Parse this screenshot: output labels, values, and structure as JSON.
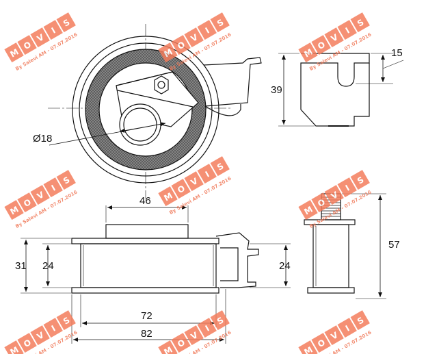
{
  "dimensions": {
    "top_diameter": "Ø18",
    "top_height": "39",
    "top_slot": "15",
    "side_top_width": "46",
    "left_total_height": "31",
    "left_inner_height": "24",
    "right_height": "24",
    "bolt_height": "57",
    "bottom_inner_width": "72",
    "bottom_total_width": "82"
  },
  "watermark": {
    "brand_letters": [
      "M",
      "O",
      "V",
      "I",
      "S"
    ],
    "credit": "By Saleví AM - 07.07.2016"
  },
  "colors": {
    "line": "#111111",
    "hatch": "#555555",
    "watermark_box": "#f47c5c",
    "watermark_text": "#f07a5a"
  }
}
